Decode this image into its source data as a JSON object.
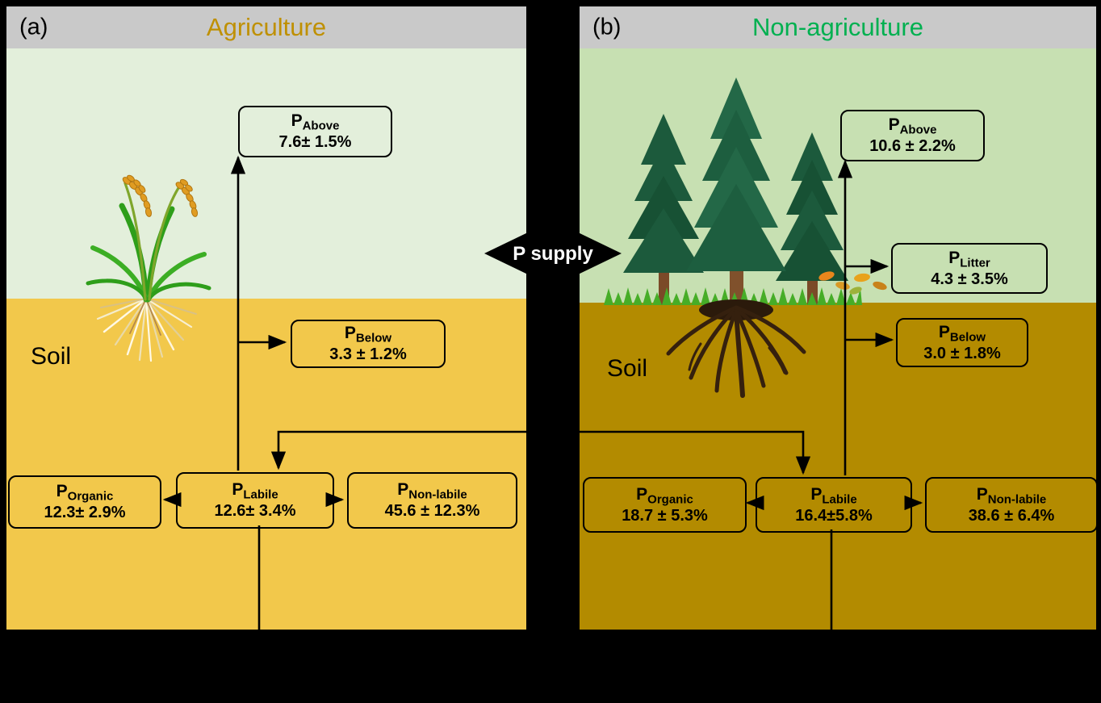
{
  "figure": {
    "center_label": "P supply",
    "background": "#000000"
  },
  "panel_a": {
    "tag": "(a)",
    "title": "Agriculture",
    "title_color": "#BF9000",
    "soil_label": "Soil",
    "colors": {
      "header": "#C9C9C9",
      "sky": "#E3EFDB",
      "soil": "#F2C84B"
    },
    "boxes": {
      "above": {
        "symbol": "P",
        "sub": "Above",
        "value": "7.6± 1.5%"
      },
      "below": {
        "symbol": "P",
        "sub": "Below",
        "value": "3.3 ± 1.2%"
      },
      "organic": {
        "symbol": "P",
        "sub": "Organic",
        "value": "12.3± 2.9%"
      },
      "labile": {
        "symbol": "P",
        "sub": "Labile",
        "value": "12.6± 3.4%"
      },
      "nonlabile": {
        "symbol": "P",
        "sub": "Non-labile",
        "value": "45.6 ± 12.3%"
      }
    }
  },
  "panel_b": {
    "tag": "(b)",
    "title": "Non-agriculture",
    "title_color": "#00B050",
    "soil_label": "Soil",
    "colors": {
      "header": "#C9C9C9",
      "sky": "#C7E0B2",
      "soil": "#B38B00"
    },
    "boxes": {
      "above": {
        "symbol": "P",
        "sub": "Above",
        "value": "10.6 ± 2.2%"
      },
      "litter": {
        "symbol": "P",
        "sub": "Litter",
        "value": "4.3 ± 3.5%"
      },
      "below": {
        "symbol": "P",
        "sub": "Below",
        "value": "3.0 ± 1.8%"
      },
      "organic": {
        "symbol": "P",
        "sub": "Organic",
        "value": "18.7 ± 5.3%"
      },
      "labile": {
        "symbol": "P",
        "sub": "Labile",
        "value": "16.4±5.8%"
      },
      "nonlabile": {
        "symbol": "P",
        "sub": "Non-labile",
        "value": "38.6 ± 6.4%"
      }
    }
  }
}
